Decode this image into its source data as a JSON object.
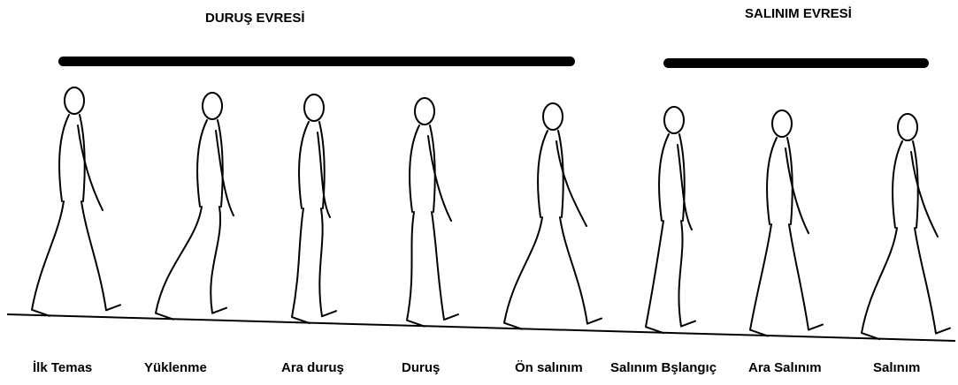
{
  "phases": {
    "stance": {
      "title": "DURUŞ EVRESİ"
    },
    "swing": {
      "title": "SALINIM EVRESİ"
    }
  },
  "stages": [
    {
      "label": "İlk Temas"
    },
    {
      "label": "Yüklenme"
    },
    {
      "label": "Ara duruş"
    },
    {
      "label": "Duruş"
    },
    {
      "label": "Ön salınım"
    },
    {
      "label": "Salınım Bşlangıç"
    },
    {
      "label": "Ara Salınım"
    },
    {
      "label": "Salınım"
    }
  ],
  "colors": {
    "ink": "#000000",
    "background": "#ffffff"
  }
}
